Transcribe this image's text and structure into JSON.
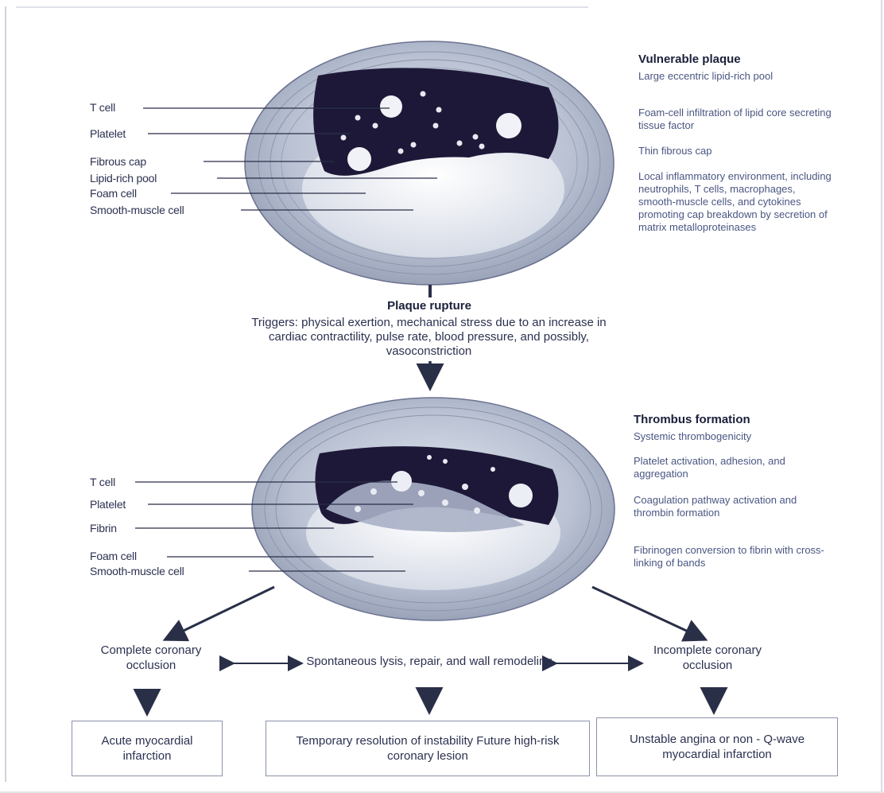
{
  "labels_top": [
    "T cell",
    "Platelet",
    "Fibrous cap",
    "Lipid-rich pool",
    "Foam cell",
    "Smooth-muscle cell"
  ],
  "labels_bottom": [
    "T cell",
    "Platelet",
    "Fibrin",
    "Foam cell",
    "Smooth-muscle cell"
  ],
  "vulnerable": {
    "title": "Vulnerable plaque",
    "items": [
      "Large eccentric lipid-rich pool",
      "Foam-cell infiltration of lipid core secreting tissue factor",
      "Thin fibrous cap",
      "Local inflammatory environment, including neutrophils, T cells, macrophages, smooth-muscle cells, and cytokines promoting cap breakdown by secretion of matrix metalloproteinases"
    ]
  },
  "rupture": {
    "title": "Plaque rupture",
    "text": "Triggers: physical exertion, mechanical stress due to an increase in cardiac contractility, pulse rate, blood pressure, and possibly, vasoconstriction"
  },
  "thrombus": {
    "title": "Thrombus formation",
    "items": [
      "Systemic thrombogenicity",
      "Platelet activation, adhesion, and aggregation",
      "Coagulation pathway activation and thrombin formation",
      "Fibrinogen conversion to fibrin with cross-linking of bands"
    ]
  },
  "outcomes": {
    "left": "Complete coronary occlusion",
    "middle": "Spontaneous lysis, repair, and wall remodeling",
    "right": "Incomplete coronary occlusion"
  },
  "results": {
    "left": "Acute myocardial infarction",
    "middle": "Temporary resolution of instability Future high-risk coronary lesion",
    "right": "Unstable angina or non - Q-wave myocardial infarction"
  },
  "colors": {
    "lumen": "#1d1838",
    "wall": "#c3cad8",
    "lipid": "#eef0f5",
    "ink": "#222a48",
    "side_text": "#4a5682"
  }
}
